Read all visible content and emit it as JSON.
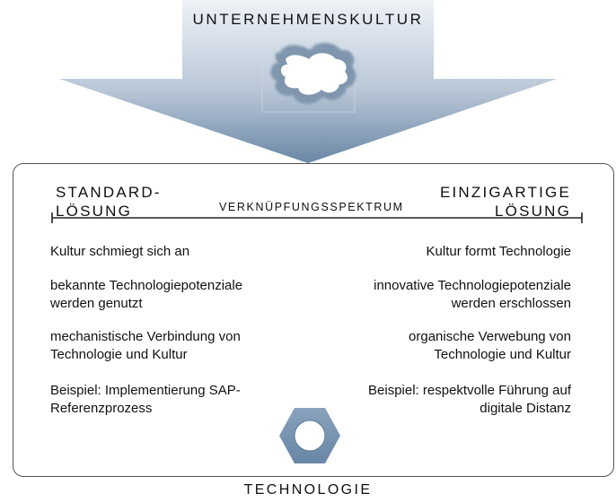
{
  "top_label": "UNTERNEHMENSKULTUR",
  "bottom_label": "TECHNOLOGIE",
  "spectrum_label": "VERKNÜPFUNGSSPEKTRUM",
  "left_heading": {
    "line1": "STANDARD-",
    "line2": "LÖSUNG"
  },
  "right_heading": {
    "line1": "EINZIGARTIGE",
    "line2": "LÖSUNG"
  },
  "rows": [
    {
      "left": [
        "Kultur schmiegt sich an"
      ],
      "right": [
        "Kultur formt Technologie"
      ]
    },
    {
      "left": [
        "bekannte Technologiepotenziale",
        "werden genutzt"
      ],
      "right": [
        "innovative Technologiepotenziale",
        "werden erschlossen"
      ]
    },
    {
      "left": [
        "mechanistische Verbindung von",
        "Technologie und Kultur"
      ],
      "right": [
        "organische Verwebung von",
        "Technologie und Kultur"
      ]
    },
    {
      "left": [
        "Beispiel: Implementierung SAP-",
        "Referenzprozess"
      ],
      "right": [
        "Beispiel: respektvolle Führung auf",
        "digitale Distanz"
      ]
    }
  ],
  "colors": {
    "arrow_top": "#e9eef4",
    "arrow_bottom": "#6e8aa8",
    "cloud": "#7f95ae",
    "nut": "#7892b0"
  },
  "icons": {
    "culture": "cloud-shape",
    "technology": "hex-nut"
  }
}
